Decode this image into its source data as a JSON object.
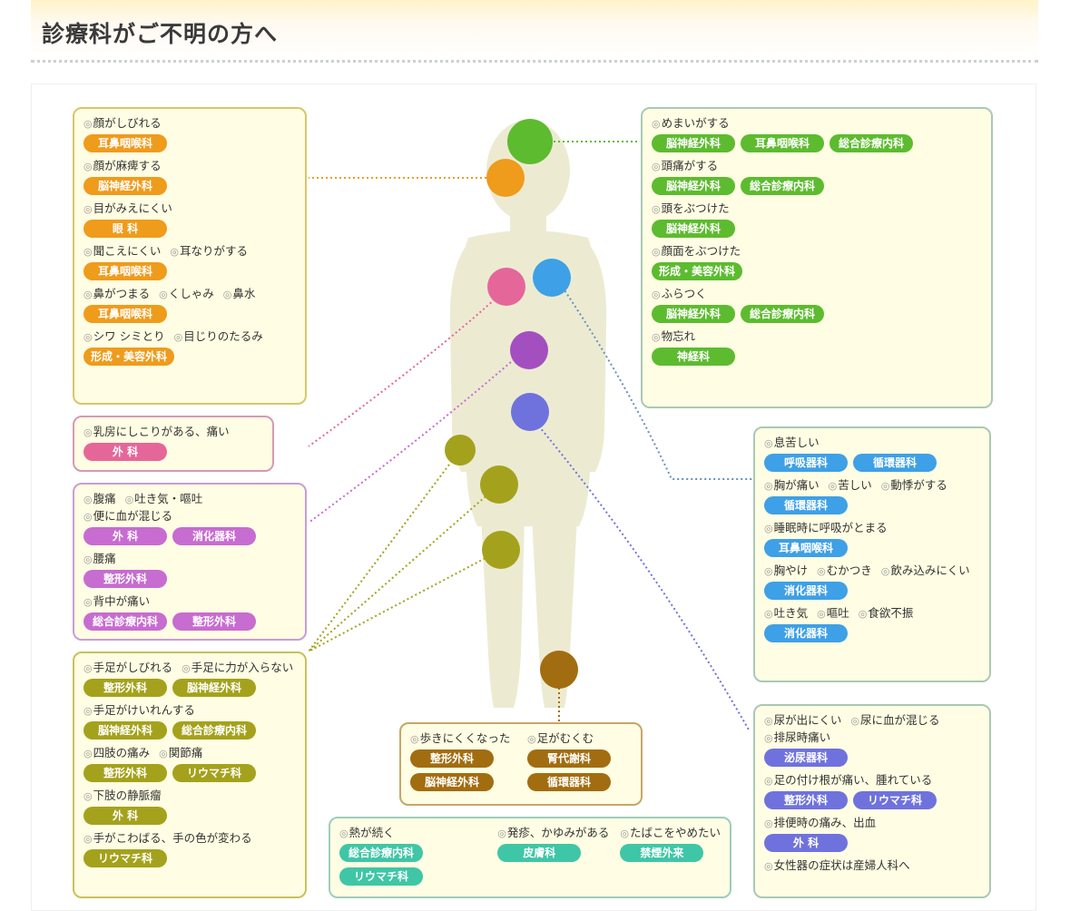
{
  "title": "診療科がご不明の方へ",
  "colors": {
    "orange": "#ef9b1c",
    "pink": "#e5679a",
    "purple": "#c76cd0",
    "olive": "#a4a21c",
    "brown": "#a26d10",
    "green": "#5dbb2f",
    "blue": "#3ea0e6",
    "violet": "#6f72dd",
    "teal": "#3fc6a6"
  },
  "panels": {
    "head": [
      {
        "symptoms": [
          "顔がしびれる"
        ],
        "depts": [
          {
            "label": "耳鼻咽喉科",
            "color": "orange"
          }
        ]
      },
      {
        "symptoms": [
          "顔が麻痺する"
        ],
        "depts": [
          {
            "label": "脳神経外科",
            "color": "orange"
          }
        ]
      },
      {
        "symptoms": [
          "目がみえにくい"
        ],
        "depts": [
          {
            "label": "眼 科",
            "color": "orange"
          }
        ]
      },
      {
        "symptoms": [
          "聞こえにくい",
          "耳なりがする"
        ],
        "depts": [
          {
            "label": "耳鼻咽喉科",
            "color": "orange"
          }
        ]
      },
      {
        "symptoms": [
          "鼻がつまる",
          "くしゃみ",
          "鼻水"
        ],
        "depts": [
          {
            "label": "耳鼻咽喉科",
            "color": "orange"
          }
        ]
      },
      {
        "symptoms": [
          "シワ シミとり",
          "目じりのたるみ"
        ],
        "depts": [
          {
            "label": "形成・美容外科",
            "color": "orange"
          }
        ]
      }
    ],
    "chest": [
      {
        "symptoms": [
          "乳房にしこりがある、痛い"
        ],
        "depts": [
          {
            "label": "外 科",
            "color": "pink"
          }
        ]
      }
    ],
    "abdomen": [
      {
        "symptoms": [
          "腹痛",
          "吐き気・嘔吐",
          "便に血が混じる"
        ],
        "depts": [
          {
            "label": "外 科",
            "color": "purple"
          },
          {
            "label": "消化器科",
            "color": "purple"
          }
        ]
      },
      {
        "symptoms": [
          "腰痛"
        ],
        "depts": [
          {
            "label": "整形外科",
            "color": "purple"
          }
        ]
      },
      {
        "symptoms": [
          "背中が痛い"
        ],
        "depts": [
          {
            "label": "総合診療内科",
            "color": "purple"
          },
          {
            "label": "整形外科",
            "color": "purple"
          }
        ]
      }
    ],
    "limbs": [
      {
        "symptoms": [
          "手足がしびれる",
          "手足に力が入らない"
        ],
        "depts": [
          {
            "label": "整形外科",
            "color": "olive"
          },
          {
            "label": "脳神経外科",
            "color": "olive"
          }
        ]
      },
      {
        "symptoms": [
          "手足がけいれんする"
        ],
        "depts": [
          {
            "label": "脳神経外科",
            "color": "olive"
          },
          {
            "label": "総合診療内科",
            "color": "olive"
          }
        ]
      },
      {
        "symptoms": [
          "四肢の痛み",
          "関節痛"
        ],
        "depts": [
          {
            "label": "整形外科",
            "color": "olive"
          },
          {
            "label": "リウマチ科",
            "color": "olive"
          }
        ]
      },
      {
        "symptoms": [
          "下肢の静脈瘤"
        ],
        "depts": [
          {
            "label": "外 科",
            "color": "olive"
          }
        ]
      },
      {
        "symptoms": [
          "手がこわばる、手の色が変わる"
        ],
        "depts": [
          {
            "label": "リウマチ科",
            "color": "olive"
          }
        ]
      }
    ],
    "legs": {
      "col1": [
        {
          "symptoms": [
            "歩きにくくなった"
          ],
          "depts": [
            {
              "label": "整形外科",
              "color": "brown"
            },
            {
              "label": "脳神経外科",
              "color": "brown"
            }
          ]
        }
      ],
      "col2": [
        {
          "symptoms": [
            "足がむくむ"
          ],
          "depts": [
            {
              "label": "腎代謝科",
              "color": "brown"
            },
            {
              "label": "循環器科",
              "color": "brown"
            }
          ]
        }
      ]
    },
    "general": {
      "col1": [
        {
          "symptoms": [
            "熱が続く"
          ],
          "depts": [
            {
              "label": "総合診療内科",
              "color": "teal"
            },
            {
              "label": "リウマチ科",
              "color": "teal"
            }
          ]
        }
      ],
      "col2": [
        {
          "symptoms": [
            "発疹、かゆみがある"
          ],
          "depts": [
            {
              "label": "皮膚科",
              "color": "teal"
            }
          ]
        }
      ],
      "col3": [
        {
          "symptoms": [
            "たばこをやめたい"
          ],
          "depts": [
            {
              "label": "禁煙外来",
              "color": "teal"
            }
          ]
        }
      ]
    },
    "brain": [
      {
        "symptoms": [
          "めまいがする"
        ],
        "depts": [
          {
            "label": "脳神経外科",
            "color": "green"
          },
          {
            "label": "耳鼻咽喉科",
            "color": "green"
          },
          {
            "label": "総合診療内科",
            "color": "green"
          }
        ]
      },
      {
        "symptoms": [
          "頭痛がする"
        ],
        "depts": [
          {
            "label": "脳神経外科",
            "color": "green"
          },
          {
            "label": "総合診療内科",
            "color": "green"
          }
        ]
      },
      {
        "symptoms": [
          "頭をぶつけた"
        ],
        "depts": [
          {
            "label": "脳神経外科",
            "color": "green"
          }
        ]
      },
      {
        "symptoms": [
          "顔面をぶつけた"
        ],
        "depts": [
          {
            "label": "形成・美容外科",
            "color": "green"
          }
        ]
      },
      {
        "symptoms": [
          "ふらつく"
        ],
        "depts": [
          {
            "label": "脳神経外科",
            "color": "green"
          },
          {
            "label": "総合診療内科",
            "color": "green"
          }
        ]
      },
      {
        "symptoms": [
          "物忘れ"
        ],
        "depts": [
          {
            "label": "神経科",
            "color": "green"
          }
        ]
      }
    ],
    "chest_right": [
      {
        "symptoms": [
          "息苦しい"
        ],
        "depts": [
          {
            "label": "呼吸器科",
            "color": "blue"
          },
          {
            "label": "循環器科",
            "color": "blue"
          }
        ]
      },
      {
        "symptoms": [
          "胸が痛い",
          "苦しい",
          "動悸がする"
        ],
        "depts": [
          {
            "label": "循環器科",
            "color": "blue"
          }
        ]
      },
      {
        "symptoms": [
          "睡眠時に呼吸がとまる"
        ],
        "depts": [
          {
            "label": "耳鼻咽喉科",
            "color": "blue"
          }
        ]
      },
      {
        "symptoms": [
          "胸やけ",
          "むかつき",
          "飲み込みにくい"
        ],
        "depts": [
          {
            "label": "消化器科",
            "color": "blue"
          }
        ]
      },
      {
        "symptoms": [
          "吐き気",
          "嘔吐",
          "食欲不振"
        ],
        "depts": [
          {
            "label": "消化器科",
            "color": "blue"
          }
        ]
      }
    ],
    "lower": [
      {
        "symptoms": [
          "尿が出にくい",
          "尿に血が混じる",
          "排尿時痛い"
        ],
        "depts": [
          {
            "label": "泌尿器科",
            "color": "violet"
          }
        ]
      },
      {
        "symptoms": [
          "足の付け根が痛い、腫れている"
        ],
        "depts": [
          {
            "label": "整形外科",
            "color": "violet"
          },
          {
            "label": "リウマチ科",
            "color": "violet"
          }
        ]
      },
      {
        "symptoms": [
          "排便時の痛み、出血"
        ],
        "depts": [
          {
            "label": "外 科",
            "color": "violet"
          }
        ]
      },
      {
        "symptoms": [
          "女性器の症状は産婦人科へ"
        ],
        "depts": []
      }
    ]
  }
}
